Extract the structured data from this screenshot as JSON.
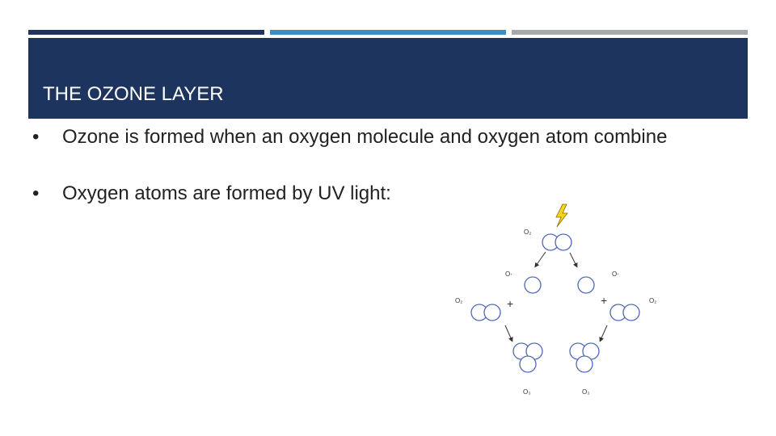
{
  "slide": {
    "title": "THE OZONE LAYER",
    "bullets": [
      "Ozone is formed when an oxygen molecule and oxygen atom combine",
      "Oxygen atoms are formed by UV light:"
    ],
    "bullet_marker": "•"
  },
  "diagram": {
    "labels": {
      "o2_top": "O₂",
      "o_left": "O·",
      "o_right": "O·",
      "o2_left": "O₂",
      "o2_right": "O₂",
      "plus_left": "+",
      "plus_right": "+",
      "o3_left": "O₃",
      "o3_right": "O₃"
    },
    "icons": [
      "lightning-icon"
    ],
    "colors": {
      "lightning_fill": "#f5d21c",
      "lightning_stroke": "#8a6d00"
    }
  },
  "colors": {
    "title_band": "#1d345e",
    "accent_dark": "#1d345e",
    "accent_blue": "#3a8ec3",
    "accent_gray": "#a5a9ad"
  }
}
